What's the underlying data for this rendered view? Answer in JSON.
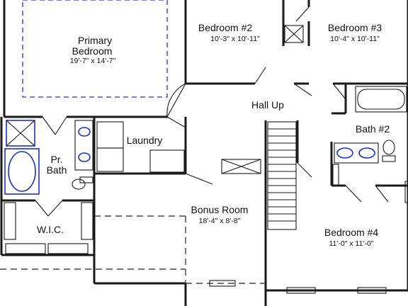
{
  "rooms": {
    "primary_bedroom": {
      "name_line1": "Primary",
      "name_line2": "Bedroom",
      "dims": "19'-7\" x 14'-7\""
    },
    "bedroom2": {
      "name": "Bedroom #2",
      "dims": "10'-3\" x 10'-11\""
    },
    "bedroom3": {
      "name": "Bedroom #3",
      "dims": "10'-4\" x 10'-11\""
    },
    "hall": {
      "name": "Hall Up"
    },
    "bath2": {
      "name": "Bath #2"
    },
    "laundry": {
      "name": "Laundry"
    },
    "pr_bath": {
      "name_line1": "Pr.",
      "name_line2": "Bath"
    },
    "bonus": {
      "name": "Bonus Room",
      "dims": "18'-4\" x 8'-8\""
    },
    "wic": {
      "name": "W.I.C."
    },
    "bedroom4": {
      "name": "Bedroom #4",
      "dims": "11'-0\" x 11'-0\""
    }
  },
  "colors": {
    "walls": "#1a1a1a",
    "fixtures_accent": "#1a2fd0",
    "background": "#ffffff"
  }
}
